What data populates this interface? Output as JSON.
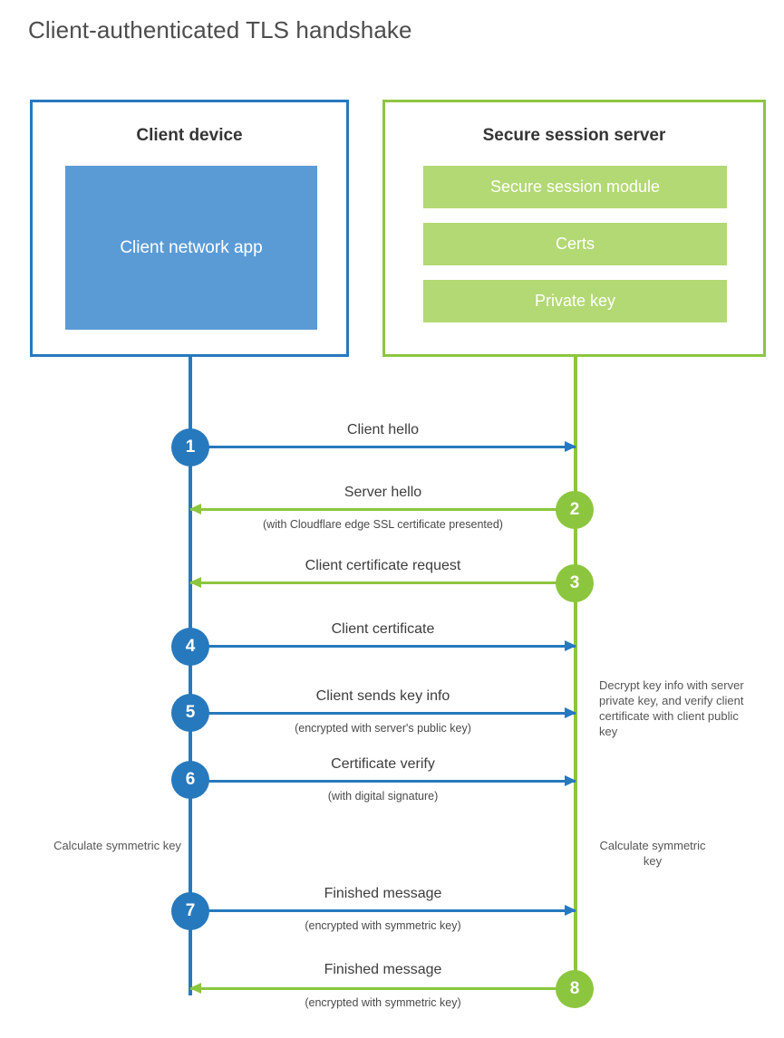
{
  "title": "Client-authenticated TLS handshake",
  "colors": {
    "blue_stroke": "#2779bd",
    "blue_fill": "#5b9bd5",
    "green_stroke": "#8cc63e",
    "green_fill": "#b2d973",
    "text_dark": "#3d3d3d",
    "title_gray": "#4d4d4d"
  },
  "actors": {
    "client": {
      "title": "Client device",
      "inner": "Client network app"
    },
    "server": {
      "title": "Secure session server",
      "modules": [
        "Secure session module",
        "Certs",
        "Private key"
      ]
    }
  },
  "steps": [
    {
      "number": "1",
      "label": "Client hello",
      "sub": "",
      "direction": "client-to-server",
      "side": "client"
    },
    {
      "number": "2",
      "label": "Server hello",
      "sub": "(with Cloudflare edge SSL certificate presented)",
      "direction": "server-to-client",
      "side": "server"
    },
    {
      "number": "3",
      "label": "Client certificate request",
      "sub": "",
      "direction": "server-to-client",
      "side": "server"
    },
    {
      "number": "4",
      "label": "Client certificate",
      "sub": "",
      "direction": "client-to-server",
      "side": "client"
    },
    {
      "number": "5",
      "label": "Client sends key info",
      "sub": "(encrypted with server's public key)",
      "direction": "client-to-server",
      "side": "client"
    },
    {
      "number": "6",
      "label": "Certificate verify",
      "sub": "(with digital signature)",
      "direction": "client-to-server",
      "side": "client"
    },
    {
      "number": "7",
      "label": "Finished message",
      "sub": "(encrypted with symmetric key)",
      "direction": "client-to-server",
      "side": "client"
    },
    {
      "number": "8",
      "label": "Finished message",
      "sub": "(encrypted with symmetric key)",
      "direction": "server-to-client",
      "side": "server"
    }
  ],
  "notes": {
    "server_decrypt": "Decrypt key info with server private key, and verify client certificate with client public key",
    "client_calculate": "Calculate symmetric key",
    "server_calculate": "Calculate symmetric key"
  }
}
